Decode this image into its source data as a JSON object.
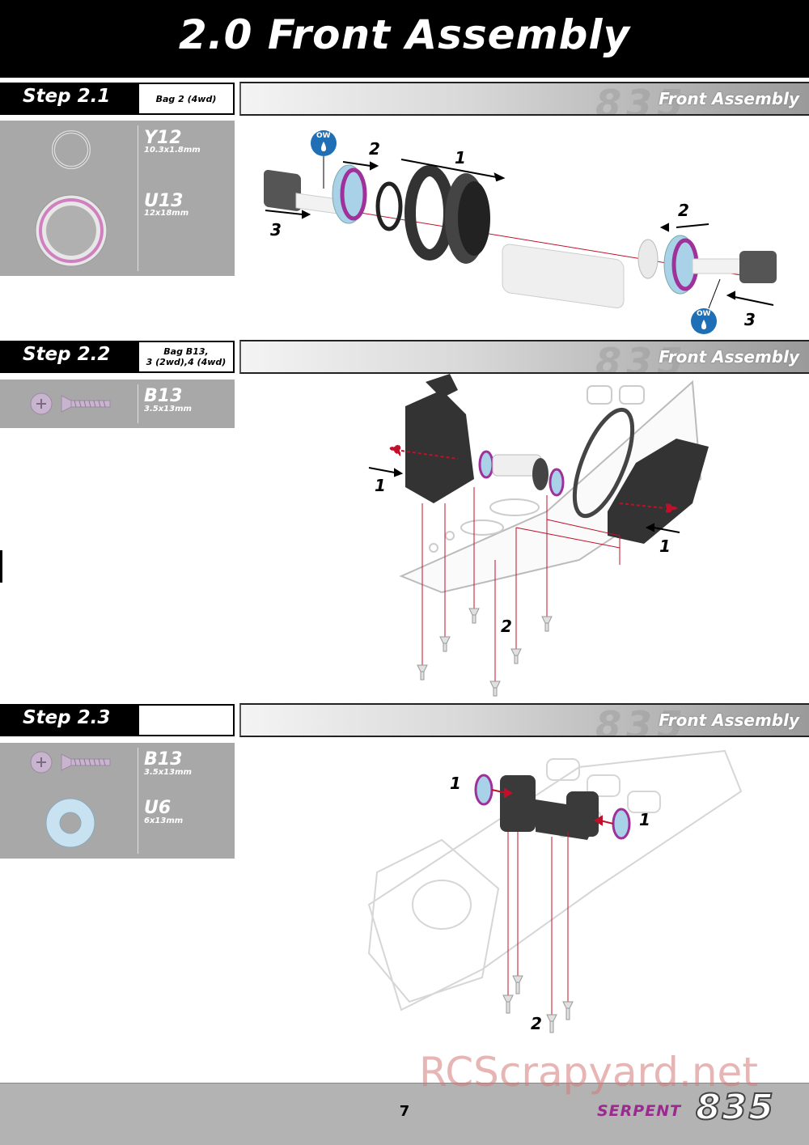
{
  "page": {
    "title": "2.0 Front Assembly",
    "page_number": "7",
    "brand": "SERPENT",
    "model": "835",
    "watermark": "RCScrapyard.net"
  },
  "steps": [
    {
      "label": "Step 2.1",
      "bag": "Bag 2 (4wd)",
      "section_label": "Front Assembly",
      "section_watermark": "835",
      "parts": [
        {
          "code": "Y12",
          "size": "10.3x1.8mm",
          "icon": "o-ring-icon"
        },
        {
          "code": "U13",
          "size": "12x18mm",
          "icon": "ball-bearing-icon"
        }
      ],
      "callouts": [
        "1",
        "2",
        "2",
        "3",
        "3"
      ],
      "oil_badge": "OW"
    },
    {
      "label": "Step 2.2",
      "bag_line1": "Bag B13,",
      "bag_line2": "3 (2wd),4 (4wd)",
      "section_label": "Front Assembly",
      "section_watermark": "835",
      "parts": [
        {
          "code": "B13",
          "size": "3.5x13mm",
          "icon": "countersunk-screw-icon"
        }
      ],
      "callouts": [
        "1",
        "1",
        "2"
      ]
    },
    {
      "label": "Step 2.3",
      "bag": "",
      "section_label": "Front Assembly",
      "section_watermark": "835",
      "parts": [
        {
          "code": "B13",
          "size": "3.5x13mm",
          "icon": "countersunk-screw-icon"
        },
        {
          "code": "U6",
          "size": "6x13mm",
          "icon": "washer-icon"
        }
      ],
      "callouts": [
        "1",
        "1",
        "2"
      ]
    }
  ],
  "colors": {
    "header_bg": "#000000",
    "parts_bg": "#a8a8a8",
    "bearing_seal": "#a0309a",
    "bearing_shield": "#a9d2e8",
    "arrow_red": "#c0102a",
    "oil_badge": "#1e6fb5",
    "brand_purple": "#9a2a8e"
  }
}
